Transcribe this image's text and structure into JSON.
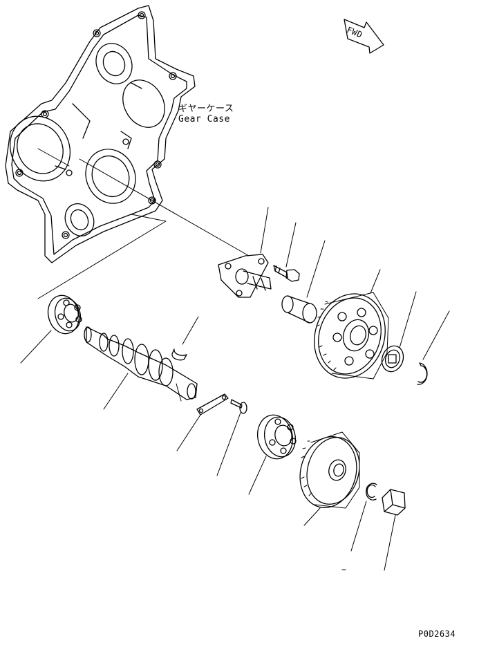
{
  "gear_case_label": {
    "japanese": "ギヤーケース",
    "english": "Gear Case"
  },
  "direction_arrow": {
    "label": "FWD",
    "icon": "fwd-arrow-icon"
  },
  "drawing_code": "P0D2634",
  "line_color": "#000000",
  "background_color": "#ffffff"
}
